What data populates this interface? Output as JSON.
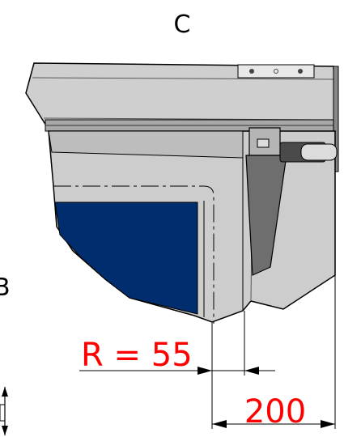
{
  "drawing": {
    "view_label_top": "C",
    "view_label_left": "B",
    "radius_dimension": "R = 55",
    "width_dimension": "200"
  },
  "colors": {
    "panel_fill": "#002d6e",
    "dimension_text": "#ff0000",
    "frame_grey": "#c9c9c9",
    "frame_dark_grey": "#8f8f8f",
    "outline": "#000000",
    "background": "#ffffff"
  }
}
